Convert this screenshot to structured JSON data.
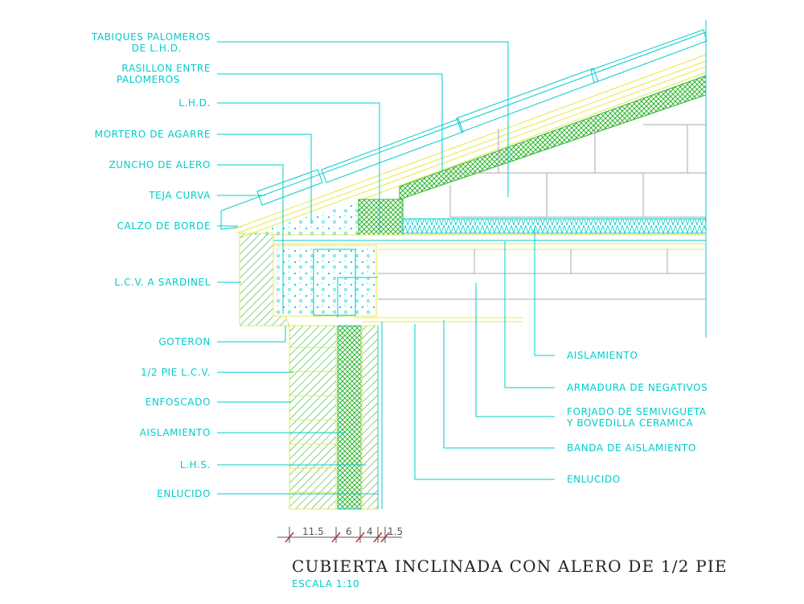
{
  "labels_left": [
    "TABIQUES PALOMEROS",
    "DE L.H.D.",
    "RASILLON ENTRE",
    "PALOMEROS",
    "L.H.D.",
    "MORTERO DE AGARRE",
    "ZUNCHO DE ALERO",
    "TEJA CURVA",
    "CALZO DE BORDE",
    "L.C.V. A SARDINEL",
    "GOTERON",
    "1/2 PIE L.C.V.",
    "ENFOSCADO",
    "AISLAMIENTO",
    "L.H.S.",
    "ENLUCIDO"
  ],
  "labels_right": [
    "AISLAMIENTO",
    "ARMADURA DE NEGATIVOS",
    "FORJADO DE SEMIVIGUETA",
    "Y BOVEDILLA CERAMICA",
    "BANDA DE AISLAMIENTO",
    "ENLUCIDO"
  ],
  "dimensions": [
    "11.5",
    "6",
    "4",
    "1.5"
  ],
  "title": "CUBIERTA INCLINADA CON ALERO DE 1/2 PIE",
  "scale": "ESCALA 1:10",
  "colors": {
    "cyan": "#00cccc",
    "yellow": "#e8e84a",
    "green": "#2fb52f",
    "red": "#c03030",
    "gray": "#aaaaaa"
  }
}
